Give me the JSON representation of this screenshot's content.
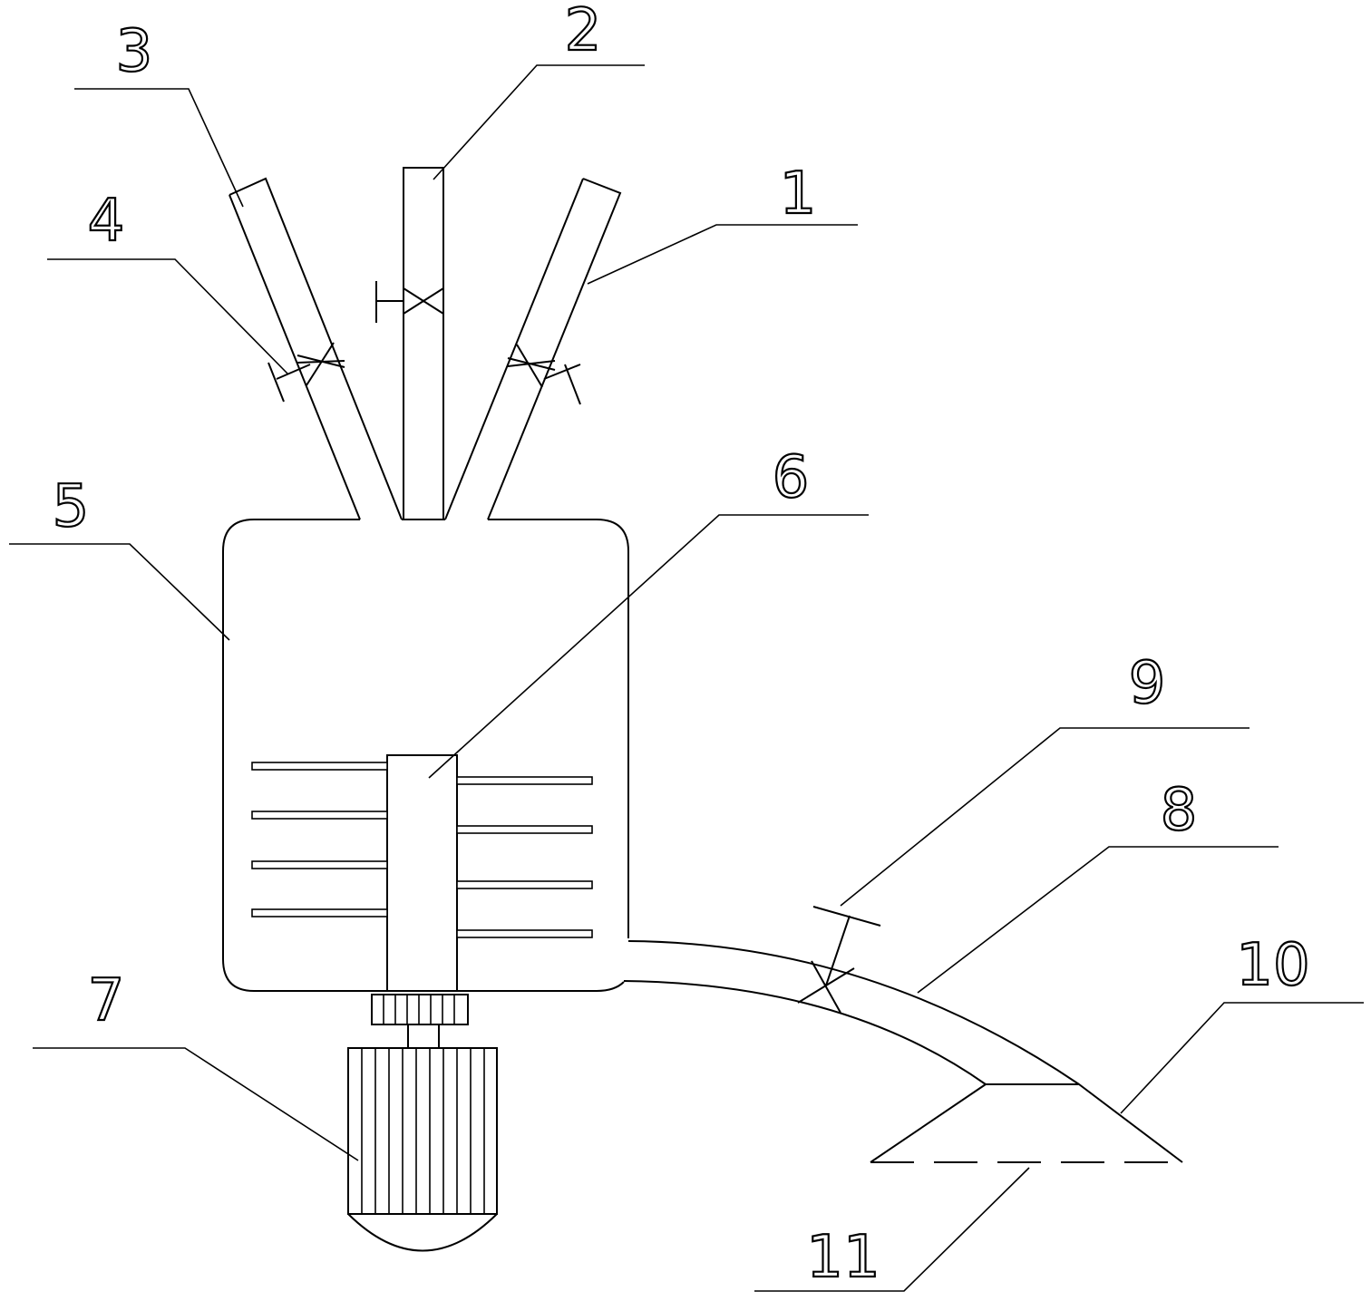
{
  "labels": {
    "pipe_1": "1",
    "pipe_2": "2",
    "pipe_3": "3",
    "valve_4": "4",
    "tank_5": "5",
    "agitator_6": "6",
    "motor_7": "7",
    "discharge_pipe_8": "8",
    "valve_9": "9",
    "hood_10": "10",
    "outlet_11": "11"
  },
  "colors": {
    "line": "#000000",
    "background": "#ffffff"
  }
}
